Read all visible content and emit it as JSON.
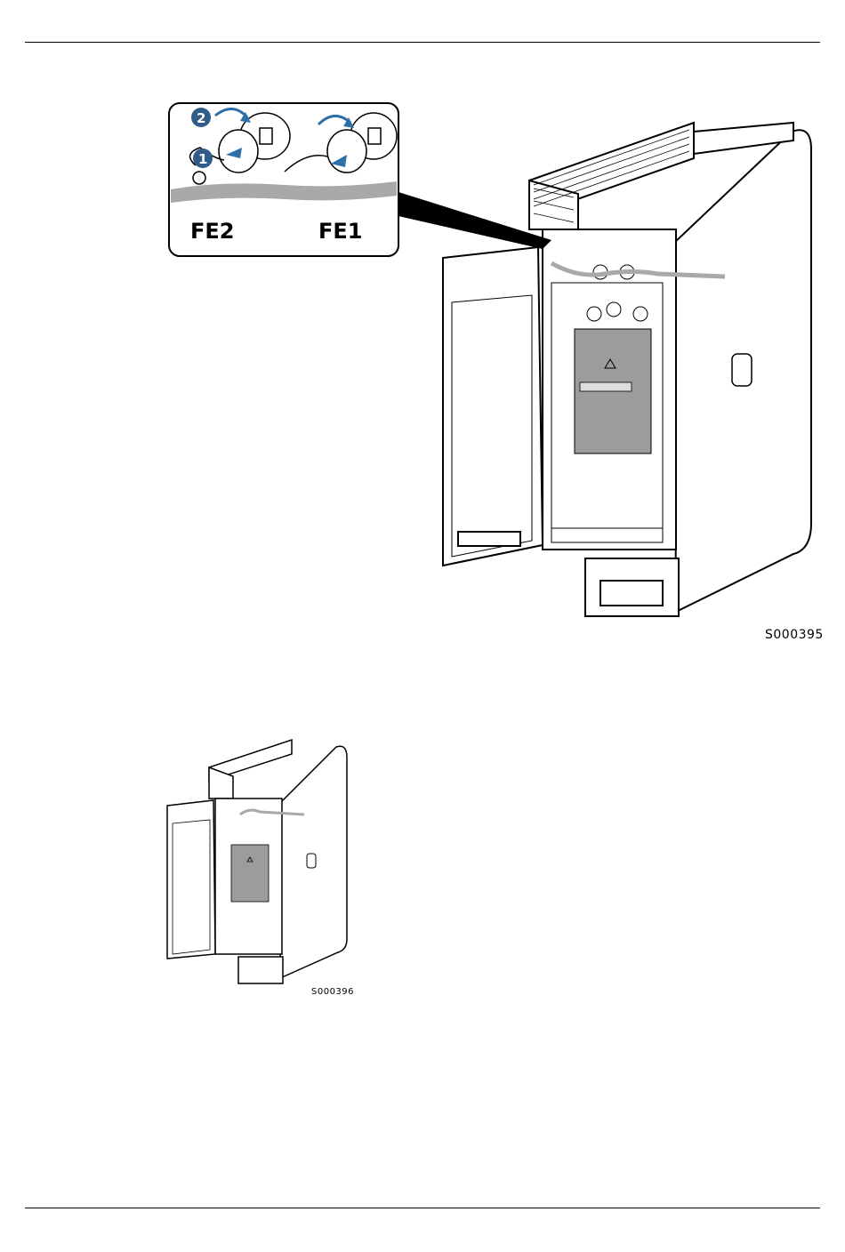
{
  "figure1": {
    "id": "S000395",
    "callout": {
      "labels": [
        "FE2",
        "FE1"
      ],
      "steps": [
        "1",
        "2"
      ]
    }
  },
  "figure2": {
    "id": "S000396"
  },
  "colors": {
    "line": "#000000",
    "cable": "#a9a9a9",
    "panel": "#9c9c9c",
    "step_badge": "#2f5d8a",
    "arrow": "#2f6fa8"
  }
}
